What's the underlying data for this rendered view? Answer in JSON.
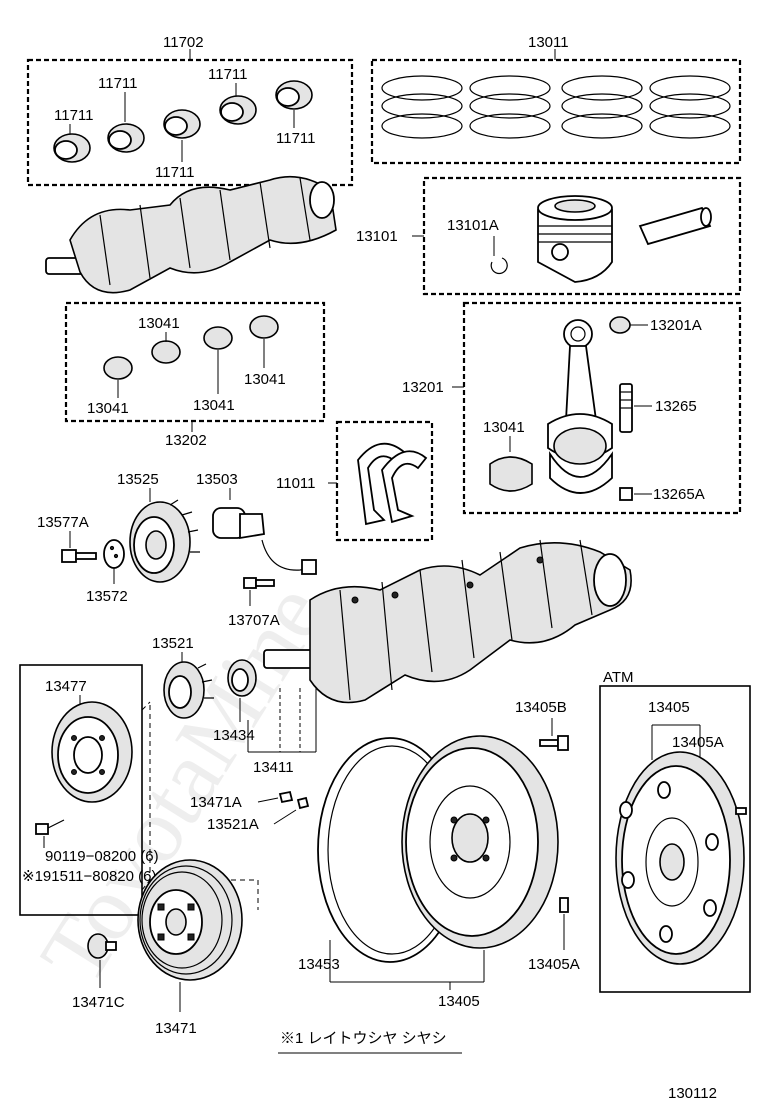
{
  "watermark": "ToyotaMine",
  "diagram_code": "130112",
  "footnote": "※1 レイトウシヤ シヤシ",
  "atm_label": "ATM",
  "labels": {
    "l11702": "11702",
    "l13011": "13011",
    "l11711_a": "11711",
    "l11711_b": "11711",
    "l11711_c": "11711",
    "l11711_d": "11711",
    "l11711_e": "11711",
    "l13101": "13101",
    "l13101A": "13101A",
    "l13041_a": "13041",
    "l13041_b": "13041",
    "l13041_c": "13041",
    "l13041_d": "13041",
    "l13041_e": "13041",
    "l13202": "13202",
    "l13201": "13201",
    "l13201A": "13201A",
    "l13265": "13265",
    "l13265A": "13265A",
    "l11011": "11011",
    "l13525": "13525",
    "l13503": "13503",
    "l13577A": "13577A",
    "l13572": "13572",
    "l13707A": "13707A",
    "l13521": "13521",
    "l13477": "13477",
    "l13434": "13434",
    "l13411": "13411",
    "l13471A": "13471A",
    "l13521A": "13521A",
    "l90119": "90119−08200 (6)",
    "l191511": "※191511−80820 (6)",
    "l13471C": "13471C",
    "l13471": "13471",
    "l13453": "13453",
    "l13405B": "13405B",
    "l13405": "13405",
    "l13405A_flywheel": "13405A",
    "l13405_atm": "13405",
    "l13405A_atm": "13405A"
  }
}
